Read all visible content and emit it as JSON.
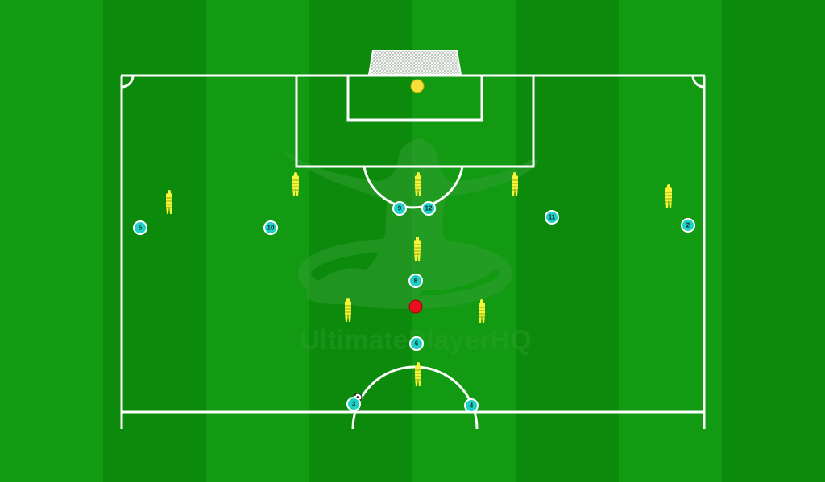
{
  "colors": {
    "pitch_light": "#139a13",
    "pitch_dark": "#0c8a0c",
    "line": "#ffffff",
    "player": "#1fd1c4",
    "mannequin": "#f5f53a",
    "goalkeeper": "#f7e03c",
    "cone": "#e8101d",
    "watermark": "#2c9f2c"
  },
  "watermark": {
    "brand": "UltimatePlayerHQ"
  },
  "players": [
    {
      "number": "5"
    },
    {
      "number": "10"
    },
    {
      "number": "9"
    },
    {
      "number": "12"
    },
    {
      "number": "11"
    },
    {
      "number": "2"
    },
    {
      "number": "8"
    },
    {
      "number": "6"
    },
    {
      "number": "3"
    },
    {
      "number": "4"
    }
  ],
  "icons": {
    "player": "player-token-icon",
    "mannequin": "training-mannequin-icon",
    "goalkeeper": "goalkeeper-marker-icon",
    "cone": "cone-marker-icon",
    "ball": "soccer-ball-icon",
    "goal": "goal-net-icon"
  }
}
